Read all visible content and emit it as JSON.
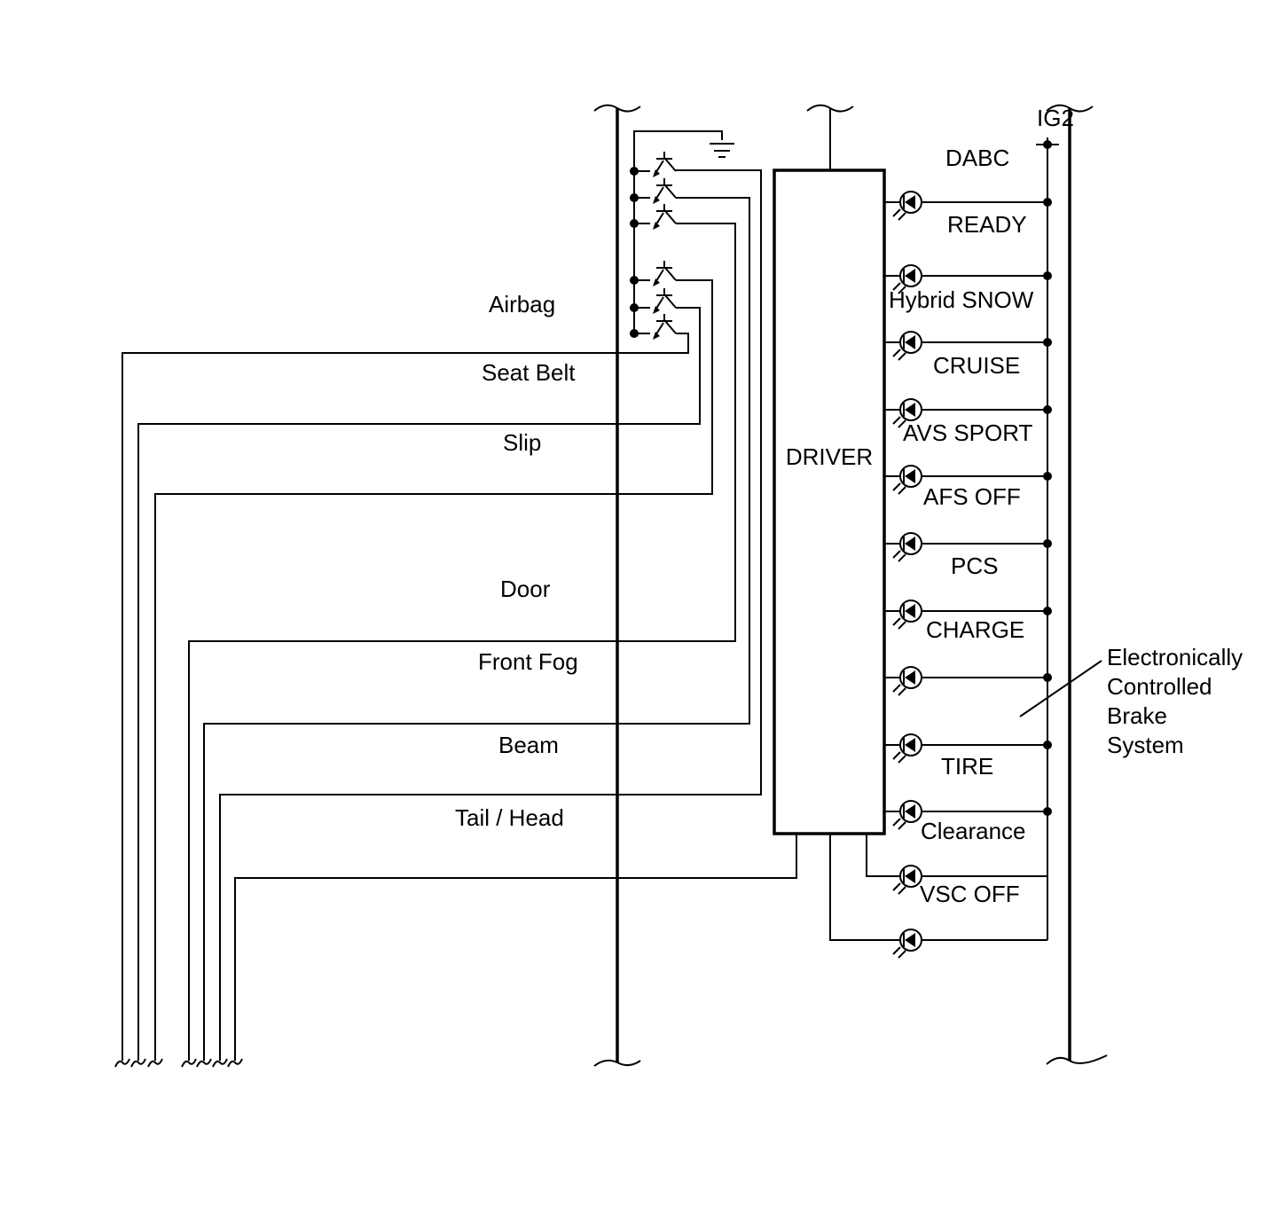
{
  "driver_label": "DRIVER",
  "power_label": "IG2",
  "switch_labels": [
    "Airbag",
    "Seat Belt",
    "Slip",
    "Door",
    "Front Fog",
    "Beam",
    "Tail / Head"
  ],
  "indicator_labels": [
    "DABC",
    "READY",
    "Hybrid SNOW",
    "CRUISE",
    "AVS SPORT",
    "AFS OFF",
    "PCS",
    "CHARGE",
    "TIRE",
    "Clearance",
    "VSC OFF"
  ],
  "brake_callout": [
    "Electronically",
    "Controlled",
    "Brake",
    "System"
  ]
}
